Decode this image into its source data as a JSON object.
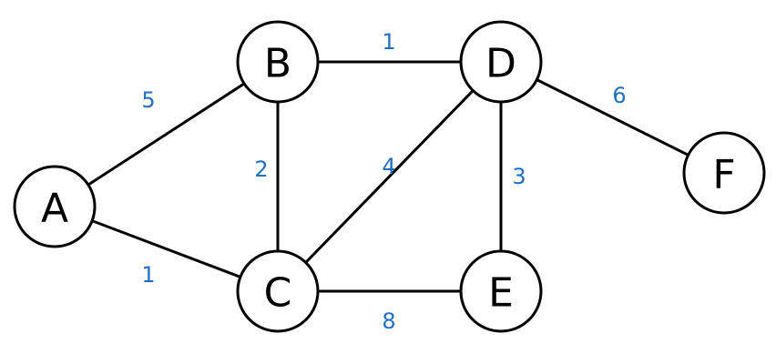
{
  "colors": {
    "edge": "#000000",
    "node_stroke": "#000000",
    "node_fill": "#ffffff",
    "weight": "#1f6fbd"
  },
  "graph": {
    "nodes": [
      {
        "id": "A",
        "label": "A"
      },
      {
        "id": "B",
        "label": "B"
      },
      {
        "id": "C",
        "label": "C"
      },
      {
        "id": "D",
        "label": "D"
      },
      {
        "id": "E",
        "label": "E"
      },
      {
        "id": "F",
        "label": "F"
      }
    ],
    "edges": [
      {
        "from": "A",
        "to": "B",
        "weight": "5"
      },
      {
        "from": "A",
        "to": "C",
        "weight": "1"
      },
      {
        "from": "B",
        "to": "C",
        "weight": "2"
      },
      {
        "from": "B",
        "to": "D",
        "weight": "1"
      },
      {
        "from": "C",
        "to": "D",
        "weight": "4"
      },
      {
        "from": "C",
        "to": "E",
        "weight": "8"
      },
      {
        "from": "D",
        "to": "E",
        "weight": "3"
      },
      {
        "from": "D",
        "to": "F",
        "weight": "6"
      }
    ]
  }
}
